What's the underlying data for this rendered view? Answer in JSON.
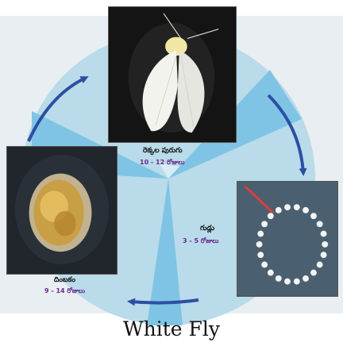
{
  "title": "White Fly",
  "stages": {
    "adult": {
      "name": "రెక్కల పురుగు",
      "duration": "10 - 12 రోజులు"
    },
    "egg": {
      "name": "గుడ్లు",
      "duration": "3 - 5 రోజులు"
    },
    "nymph": {
      "name": "దింబకం",
      "duration": "9 - 14 రోజులు"
    }
  },
  "colors": {
    "circle": "#b8dbe9",
    "sector": "#7fc4e4",
    "arrow": "#2c4fa2",
    "duration_text": "#6a2c8e"
  },
  "icons": [
    "cycle-arrow-icon"
  ]
}
